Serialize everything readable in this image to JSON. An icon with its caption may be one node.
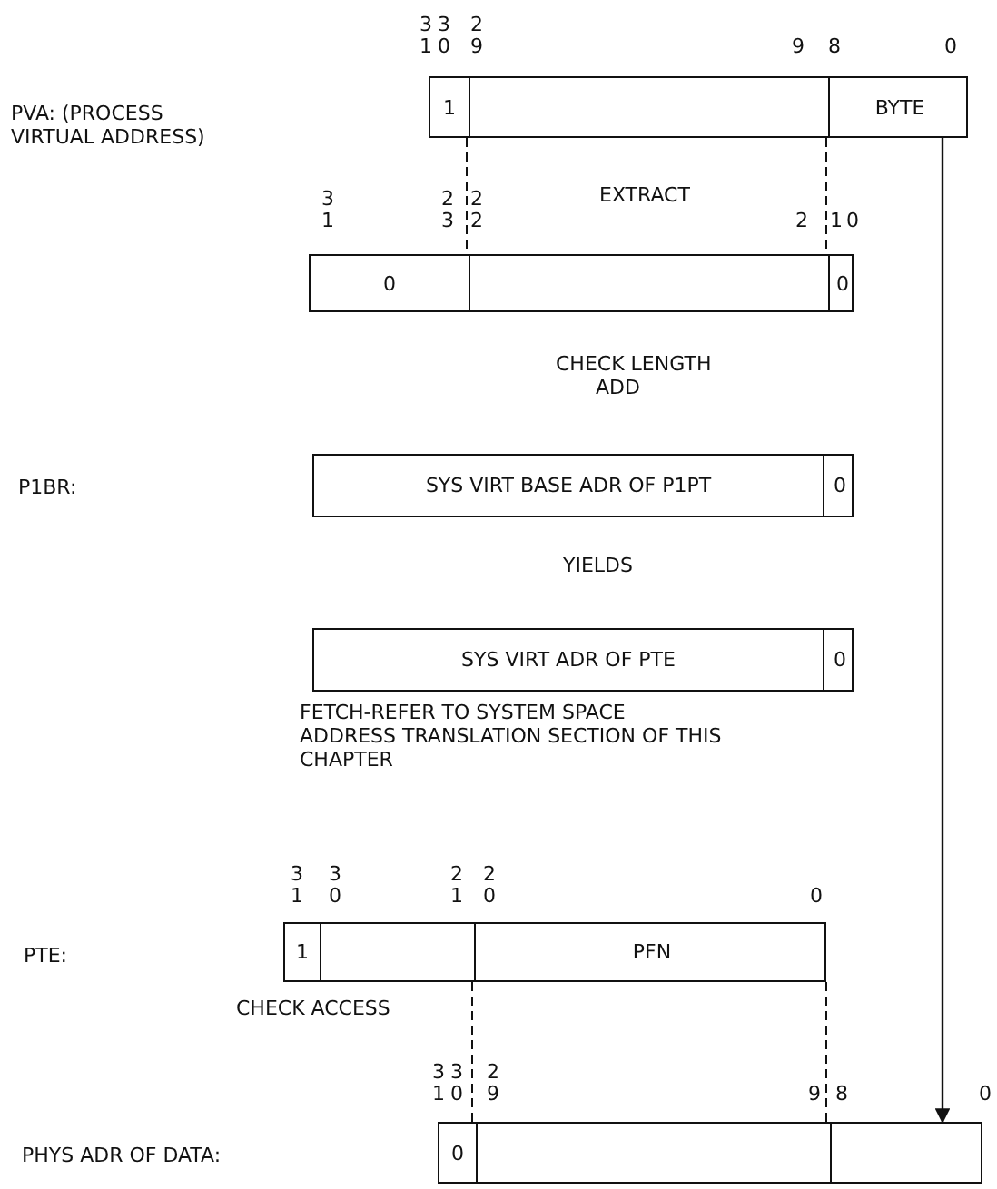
{
  "diagram": {
    "nodes": [
      {
        "text": [],
        "shape": "box"
      },
      {
        "text": [
          "1"
        ],
        "in": 0
      },
      {
        "text": [],
        "shape": "box",
        "in": 0
      },
      {
        "text": [
          "BYTE"
        ],
        "in": 0
      },
      {
        "text": [],
        "shape": "box"
      },
      {
        "text": [
          "0"
        ],
        "in": 4
      },
      {
        "text": [],
        "shape": "box",
        "in": 4
      },
      {
        "text": [
          "0"
        ],
        "in": 4
      },
      {
        "text": [],
        "shape": "box"
      },
      {
        "text": [
          "SYS VIRT BASE ADR OF P1PT"
        ],
        "in": 8
      },
      {
        "text": [
          "0"
        ],
        "in": 8
      },
      {
        "text": [],
        "shape": "box"
      },
      {
        "text": [
          "SYS VIRT ADR OF PTE"
        ],
        "in": 11
      },
      {
        "text": [
          "0"
        ],
        "in": 11
      },
      {
        "text": [],
        "shape": "box"
      },
      {
        "text": [
          "1"
        ],
        "in": 14
      },
      {
        "text": [],
        "shape": "box",
        "in": 14
      },
      {
        "text": [
          "PFN"
        ],
        "in": 14
      },
      {
        "text": [],
        "shape": "box"
      },
      {
        "text": [
          "0"
        ],
        "in": 18
      },
      {
        "text": [],
        "shape": "box",
        "in": 18
      },
      {
        "text": [],
        "shape": "box",
        "in": 18
      }
    ],
    "edges": [
      {
        "from": 3,
        "to": 21,
        "arrow": "to"
      }
    ],
    "labels": [
      "31",
      "30",
      "29",
      "9",
      "8",
      "0",
      "PVA: (PROCESS VIRTUAL ADDRESS)",
      "EXTRACT",
      "31",
      "23",
      "22",
      "2",
      "1",
      "0",
      "CHECK LENGTH",
      "ADD",
      "P1BR:",
      "YIELDS",
      "FETCH-REFER TO SYSTEM SPACE ADDRESS TRANSLATION SECTION OF THIS CHAPTER",
      "31",
      "30",
      "21",
      "20",
      "0",
      "PTE:",
      "CHECK ACCESS",
      "31",
      "30",
      "29",
      "9",
      "8",
      "0",
      "PHYS ADR OF DATA:"
    ]
  }
}
